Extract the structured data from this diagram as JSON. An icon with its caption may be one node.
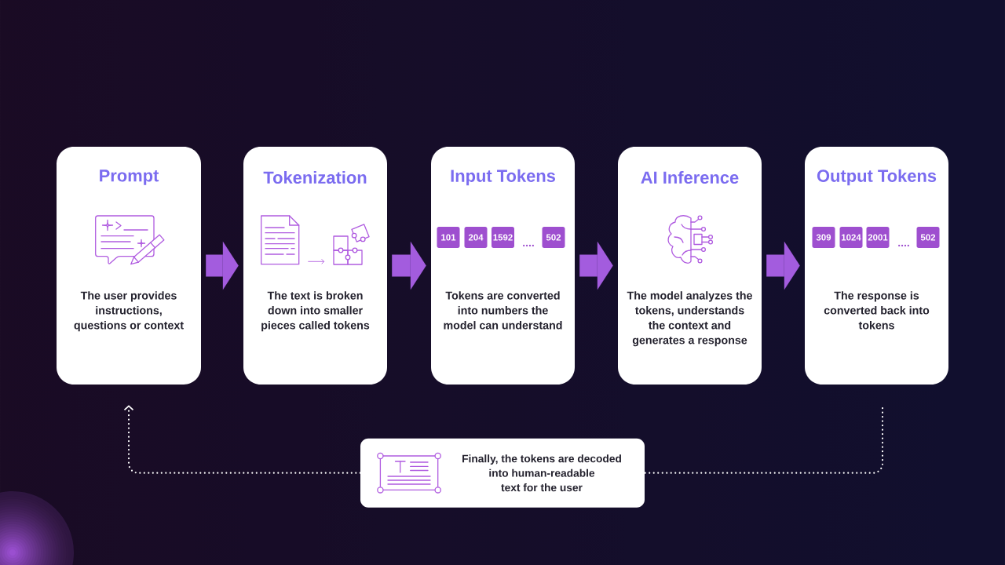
{
  "diagram": {
    "nodes": [
      {
        "text": [
          "Prompt",
          "The user provides instructions, questions or context"
        ]
      },
      {
        "text": [
          "Tokenization",
          "The text is broken down into smaller pieces called tokens"
        ]
      },
      {
        "text": [
          "Input Tokens",
          "Tokens are converted into numbers the model can understand"
        ]
      },
      {
        "text": [
          "101"
        ],
        "in": 2
      },
      {
        "text": [
          "204"
        ],
        "in": 2
      },
      {
        "text": [
          "1592"
        ],
        "in": 2
      },
      {
        "text": [
          "502"
        ],
        "in": 2
      },
      {
        "text": [
          "AI Inference",
          "The model analyzes the tokens, understands the context and generates a response"
        ]
      },
      {
        "text": [
          "Output Tokens",
          "The response is converted back into tokens"
        ]
      },
      {
        "text": [
          "309"
        ],
        "in": 8
      },
      {
        "text": [
          "1024"
        ],
        "in": 8
      },
      {
        "text": [
          "2001"
        ],
        "in": 8
      },
      {
        "text": [
          "502"
        ],
        "in": 8
      },
      {
        "text": [
          "Finally, the tokens are decoded into human-readable text for the user"
        ]
      }
    ],
    "edges": [
      {
        "from": 0,
        "to": 1,
        "arrow": "to"
      },
      {
        "from": 1,
        "to": 2,
        "arrow": "to"
      },
      {
        "from": 2,
        "to": 7,
        "arrow": "to"
      },
      {
        "from": 7,
        "to": 8,
        "arrow": "to"
      },
      {
        "from": 8,
        "to": 13,
        "arrow": "none",
        "style": "dashed",
        "color": "#ffffff"
      },
      {
        "from": 13,
        "to": 0,
        "arrow": "to",
        "style": "dashed",
        "color": "#ffffff"
      }
    ],
    "labels": [
      "....",
      "...."
    ]
  }
}
